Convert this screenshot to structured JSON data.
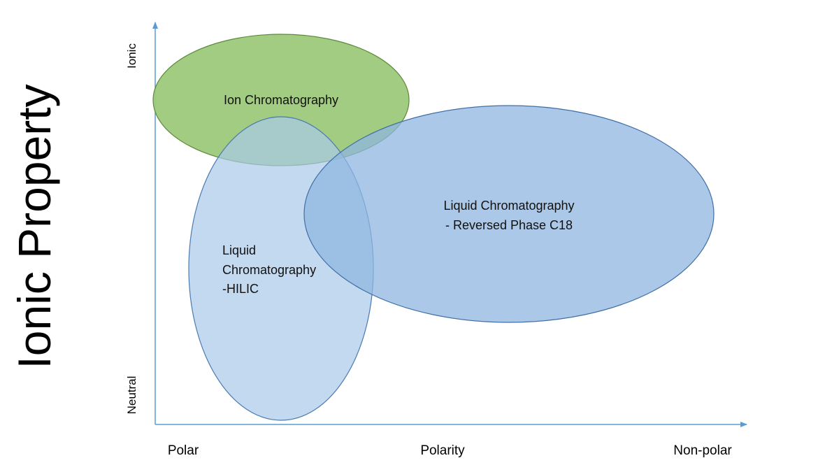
{
  "y_axis": {
    "title": "Ionic Property",
    "top_label": "Ionic",
    "bottom_label": "Neutral"
  },
  "x_axis": {
    "left_label": "Polar",
    "center_label": "Polarity",
    "right_label": "Non-polar"
  },
  "regions": {
    "ion": {
      "label": "Ion Chromatography",
      "fill": "#9dc97a",
      "stroke": "#5c8a3a"
    },
    "hilic": {
      "line1": "Liquid",
      "line2": "Chromatography",
      "line3": "-HILIC",
      "fill": "#a9c9ea",
      "stroke": "#4a7ab0"
    },
    "rp": {
      "line1": "Liquid Chromatography",
      "line2": "- Reversed Phase C18",
      "fill": "#8fb6e0",
      "stroke": "#3f6fa6"
    }
  },
  "colors": {
    "axis": "#5b9bd5"
  }
}
